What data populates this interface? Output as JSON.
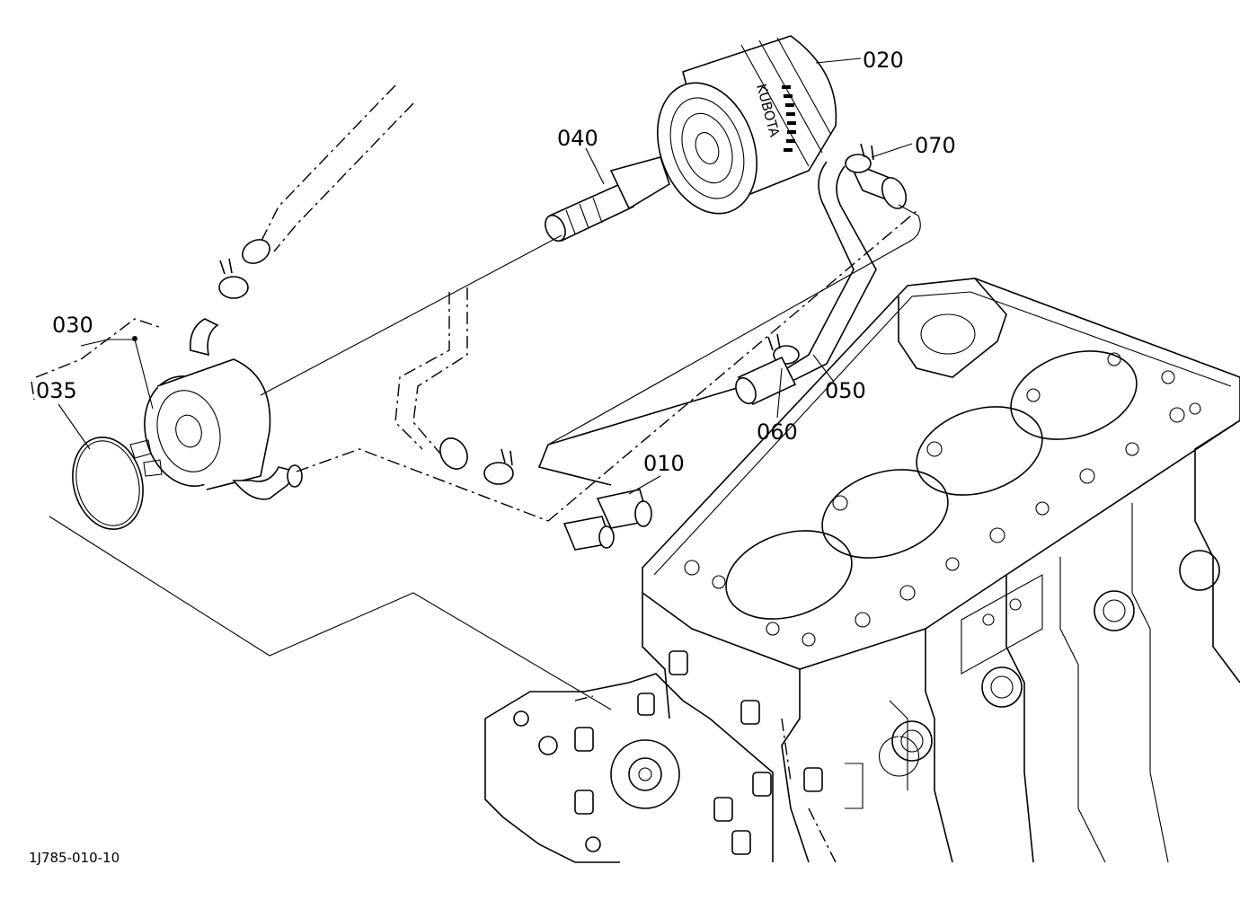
{
  "labels": {
    "p010": "010",
    "p020": "020",
    "p030": "030",
    "p035": "035",
    "p040": "040",
    "p050": "050",
    "p060": "060",
    "p070": "070"
  },
  "filter_text": "KUBOTA",
  "drawing_code": "1J785-010-10"
}
